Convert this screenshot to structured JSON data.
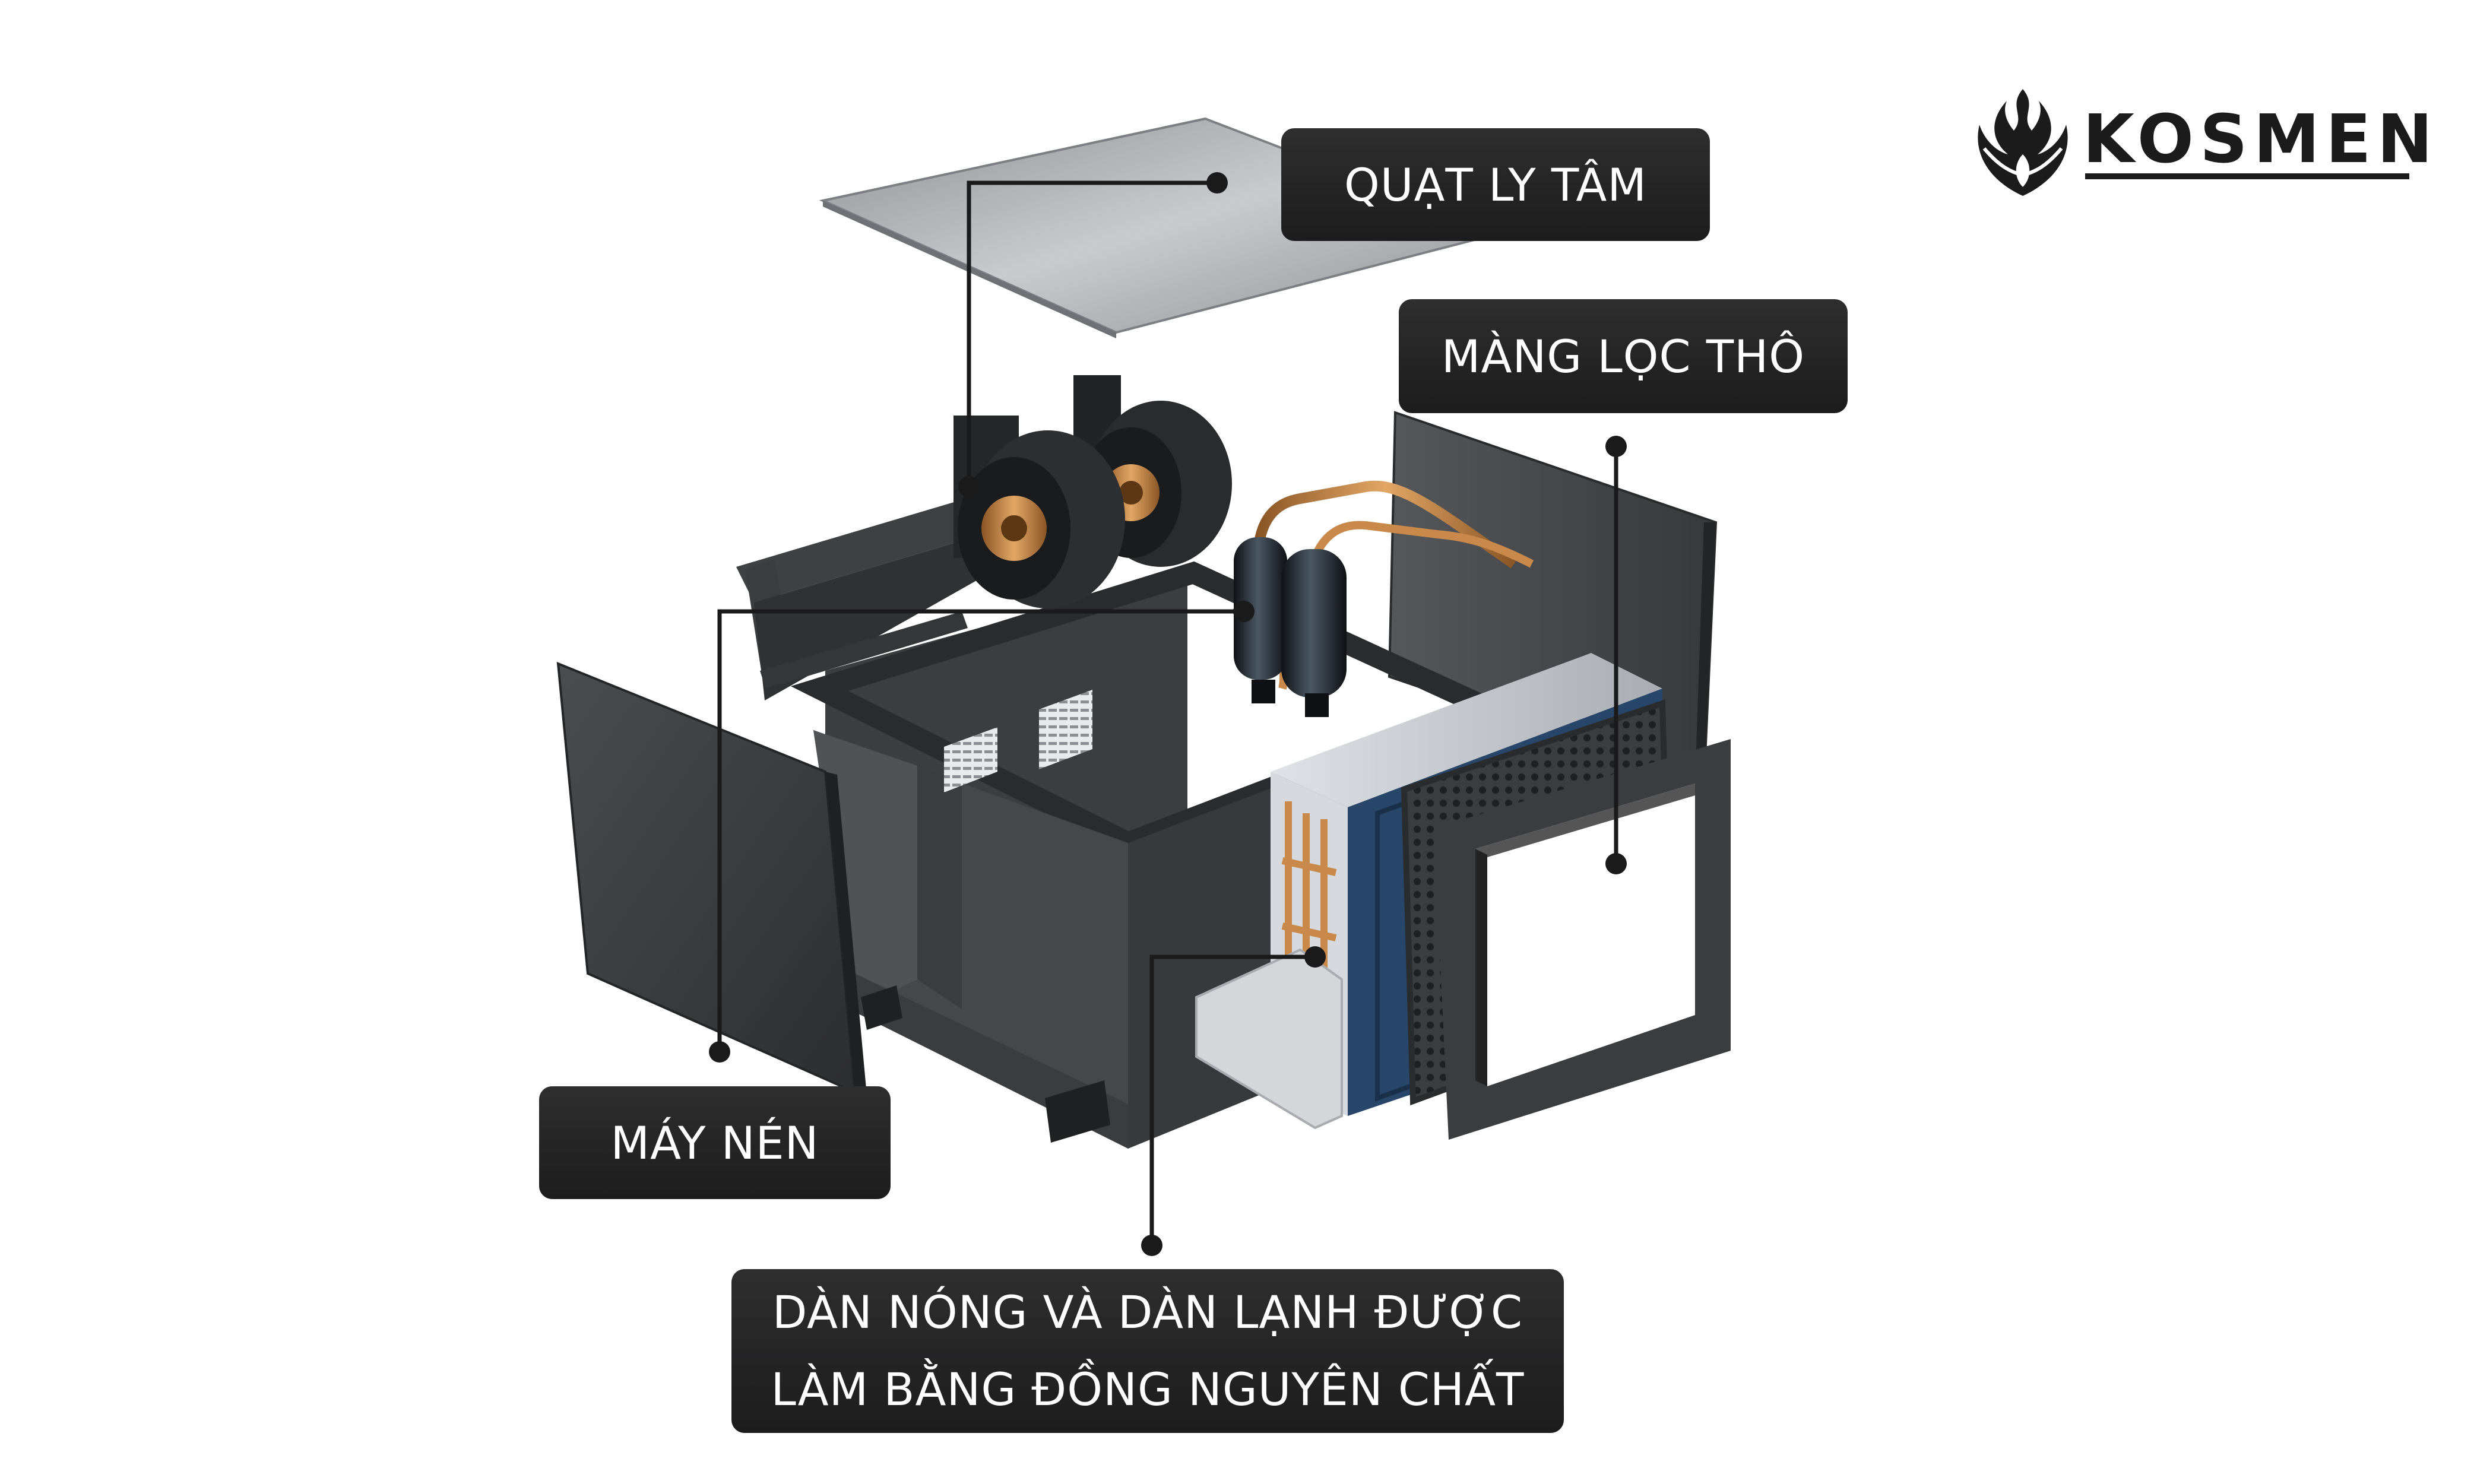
{
  "brand": {
    "name": "KOSMEN",
    "icon": "flame-wing-icon"
  },
  "callouts": {
    "fan": "QUẠT LY TÂM",
    "filter": "MÀNG LỌC THÔ",
    "compressor": "MÁY NÉN",
    "coil_line1": "DÀN NÓNG VÀ DÀN LẠNH ĐƯỢC",
    "coil_line2": "LÀM BẰNG ĐỒNG NGUYÊN CHẤT"
  },
  "colors": {
    "callout_bg": "#1f1f20",
    "callout_text": "#ffffff",
    "panel": "#3b3d40",
    "panel_dark": "#2a2b2d",
    "copper": "#c8894a",
    "leader": "#1a1a1a",
    "coil_blue": "#27466a"
  }
}
